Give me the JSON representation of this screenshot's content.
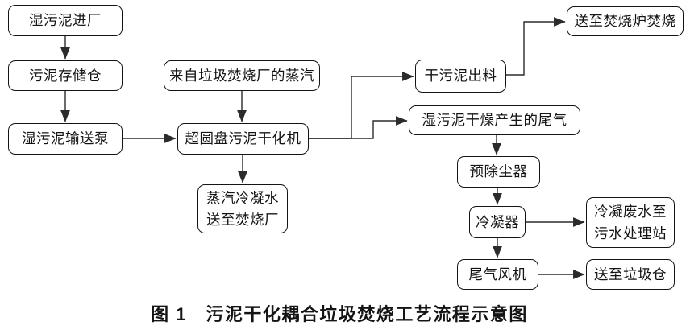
{
  "diagram": {
    "caption": "图 1　污泥干化耦合垃圾焚烧工艺流程示意图",
    "colors": {
      "background": "#ffffff",
      "box_border": "#141414",
      "line": "#2b2b2b",
      "text": "#141414"
    },
    "nodes": {
      "wet_sludge_entry": "湿污泥进厂",
      "sludge_storage": "污泥存储仓",
      "wet_sludge_pump": "湿污泥输送泵",
      "steam_from_waste_plant": "来自垃圾焚烧厂的蒸汽",
      "disc_dryer": "超圆盘污泥干化机",
      "steam_condensate": "蒸汽冷凝水\n送至焚烧厂",
      "dry_sludge_discharge": "干污泥出料",
      "send_to_incinerator": "送至焚烧炉焚烧",
      "drying_tail_gas": "湿污泥干燥产生的尾气",
      "pre_dust_remover": "预除尘器",
      "condenser": "冷凝器",
      "condensate_wastewater": "冷凝废水至\n污水处理站",
      "tail_gas_fan": "尾气风机",
      "send_to_waste_bunker": "送至垃圾仓"
    },
    "edges": [
      {
        "from": "wet_sludge_entry",
        "to": "sludge_storage"
      },
      {
        "from": "sludge_storage",
        "to": "wet_sludge_pump"
      },
      {
        "from": "wet_sludge_pump",
        "to": "disc_dryer"
      },
      {
        "from": "steam_from_waste_plant",
        "to": "disc_dryer"
      },
      {
        "from": "disc_dryer",
        "to": "steam_condensate"
      },
      {
        "from": "disc_dryer",
        "to": "dry_sludge_discharge"
      },
      {
        "from": "disc_dryer",
        "to": "drying_tail_gas"
      },
      {
        "from": "dry_sludge_discharge",
        "to": "send_to_incinerator"
      },
      {
        "from": "drying_tail_gas",
        "to": "pre_dust_remover"
      },
      {
        "from": "pre_dust_remover",
        "to": "condenser"
      },
      {
        "from": "condenser",
        "to": "condensate_wastewater"
      },
      {
        "from": "condenser",
        "to": "tail_gas_fan"
      },
      {
        "from": "tail_gas_fan",
        "to": "send_to_waste_bunker"
      }
    ]
  }
}
